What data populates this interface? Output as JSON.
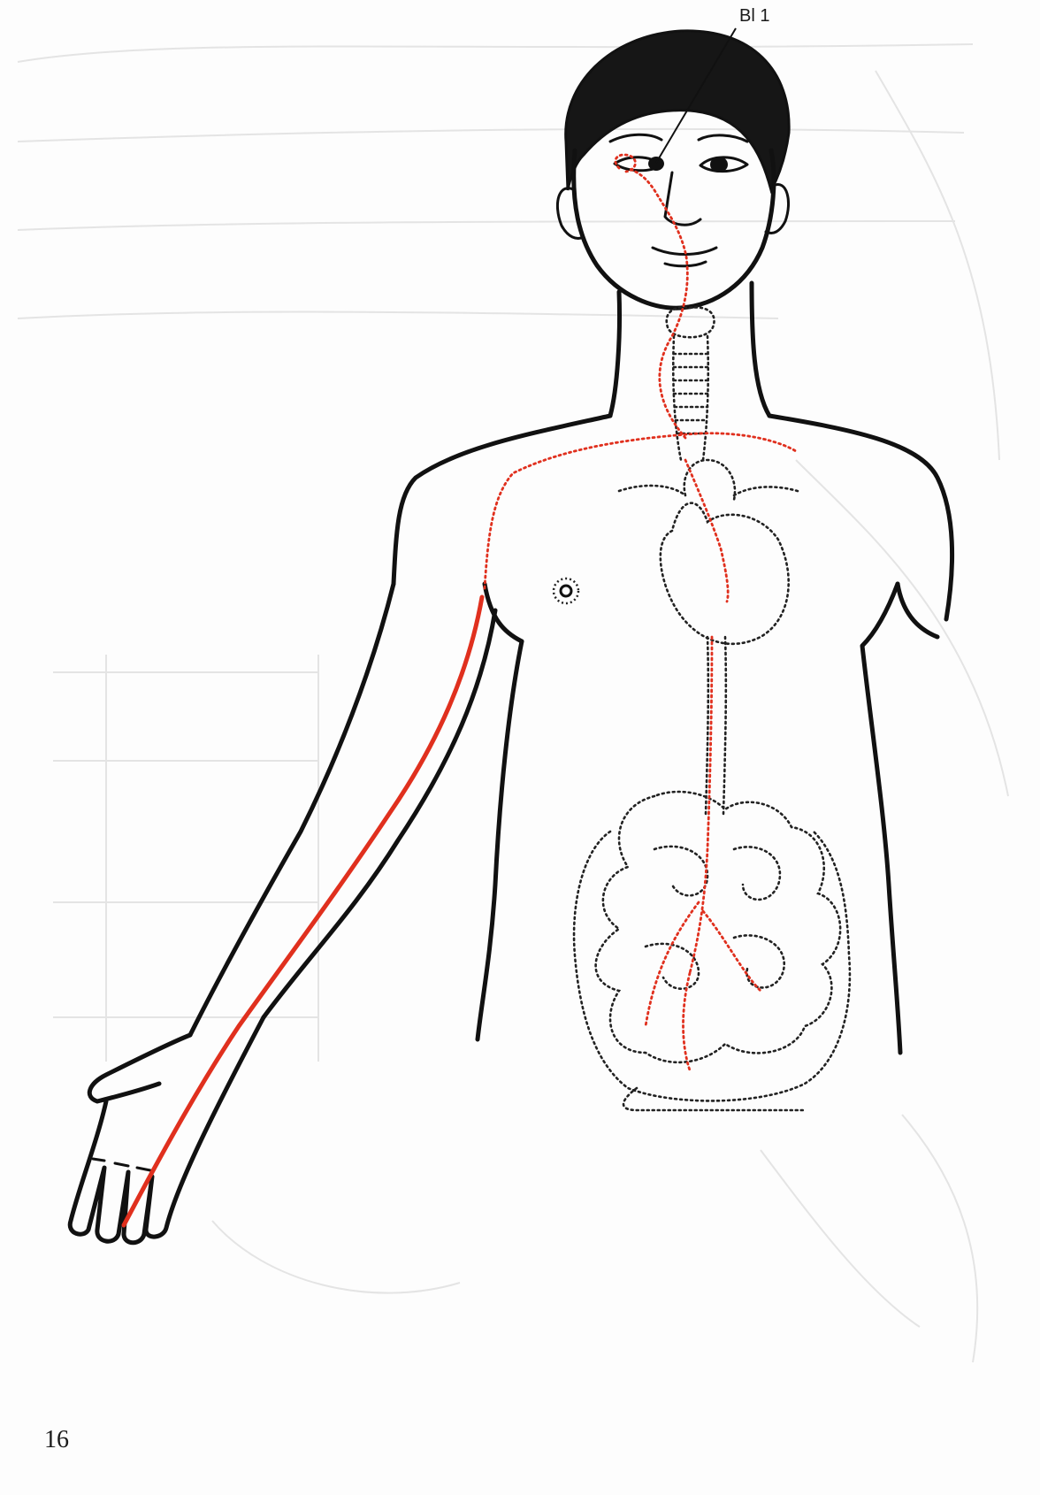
{
  "figure": {
    "point_label": "Bl 1",
    "page_number": "16"
  },
  "colors": {
    "meridian": "#e0301e",
    "outline": "#111111",
    "organs_dotted": "#222222",
    "show_through_text": "#dcdcdc"
  },
  "icons": {
    "nipple_marker": "target-ring-icon",
    "pointer": "leader-line"
  }
}
